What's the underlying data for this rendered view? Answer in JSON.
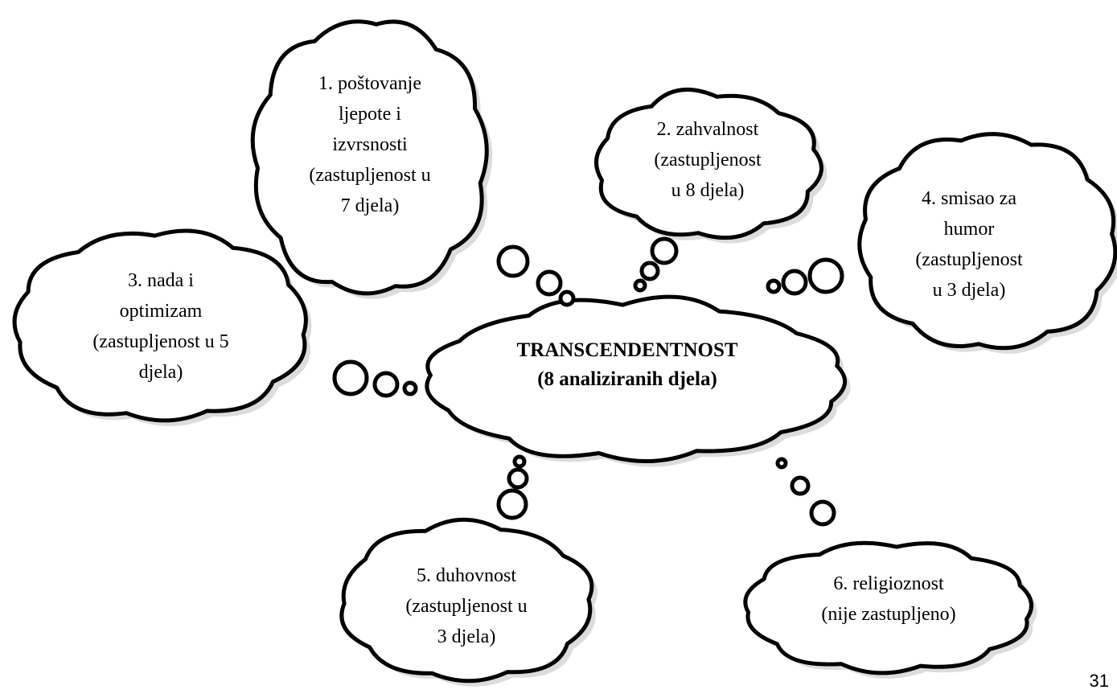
{
  "center": {
    "title": "TRANSCENDENTNOST",
    "subtitle": "(8 analiziranih djela)"
  },
  "nodes": [
    {
      "id": "beauty",
      "lines": [
        "1. poštovanje",
        "ljepote i",
        "izvrsnosti",
        "(zastupljenost u",
        "7 djela)"
      ]
    },
    {
      "id": "gratitude",
      "lines": [
        "2. zahvalnost",
        "(zastupljenost",
        "u 8 djela)"
      ]
    },
    {
      "id": "hope",
      "lines": [
        "3. nada i",
        "optimizam",
        "(zastupljenost u 5",
        "djela)"
      ]
    },
    {
      "id": "humor",
      "lines": [
        "4. smisao za",
        "humor",
        "(zastupljenost",
        "u 3 djela)"
      ]
    },
    {
      "id": "spirituality",
      "lines": [
        "5. duhovnost",
        "(zastupljenost u",
        "3 djela)"
      ]
    },
    {
      "id": "religiousness",
      "lines": [
        "6. religioznost",
        "(nije zastupljeno)"
      ]
    }
  ],
  "page_number": "31",
  "colors": {
    "stroke": "#000000",
    "fill": "#ffffff",
    "shadow": "#bfbfbf"
  }
}
